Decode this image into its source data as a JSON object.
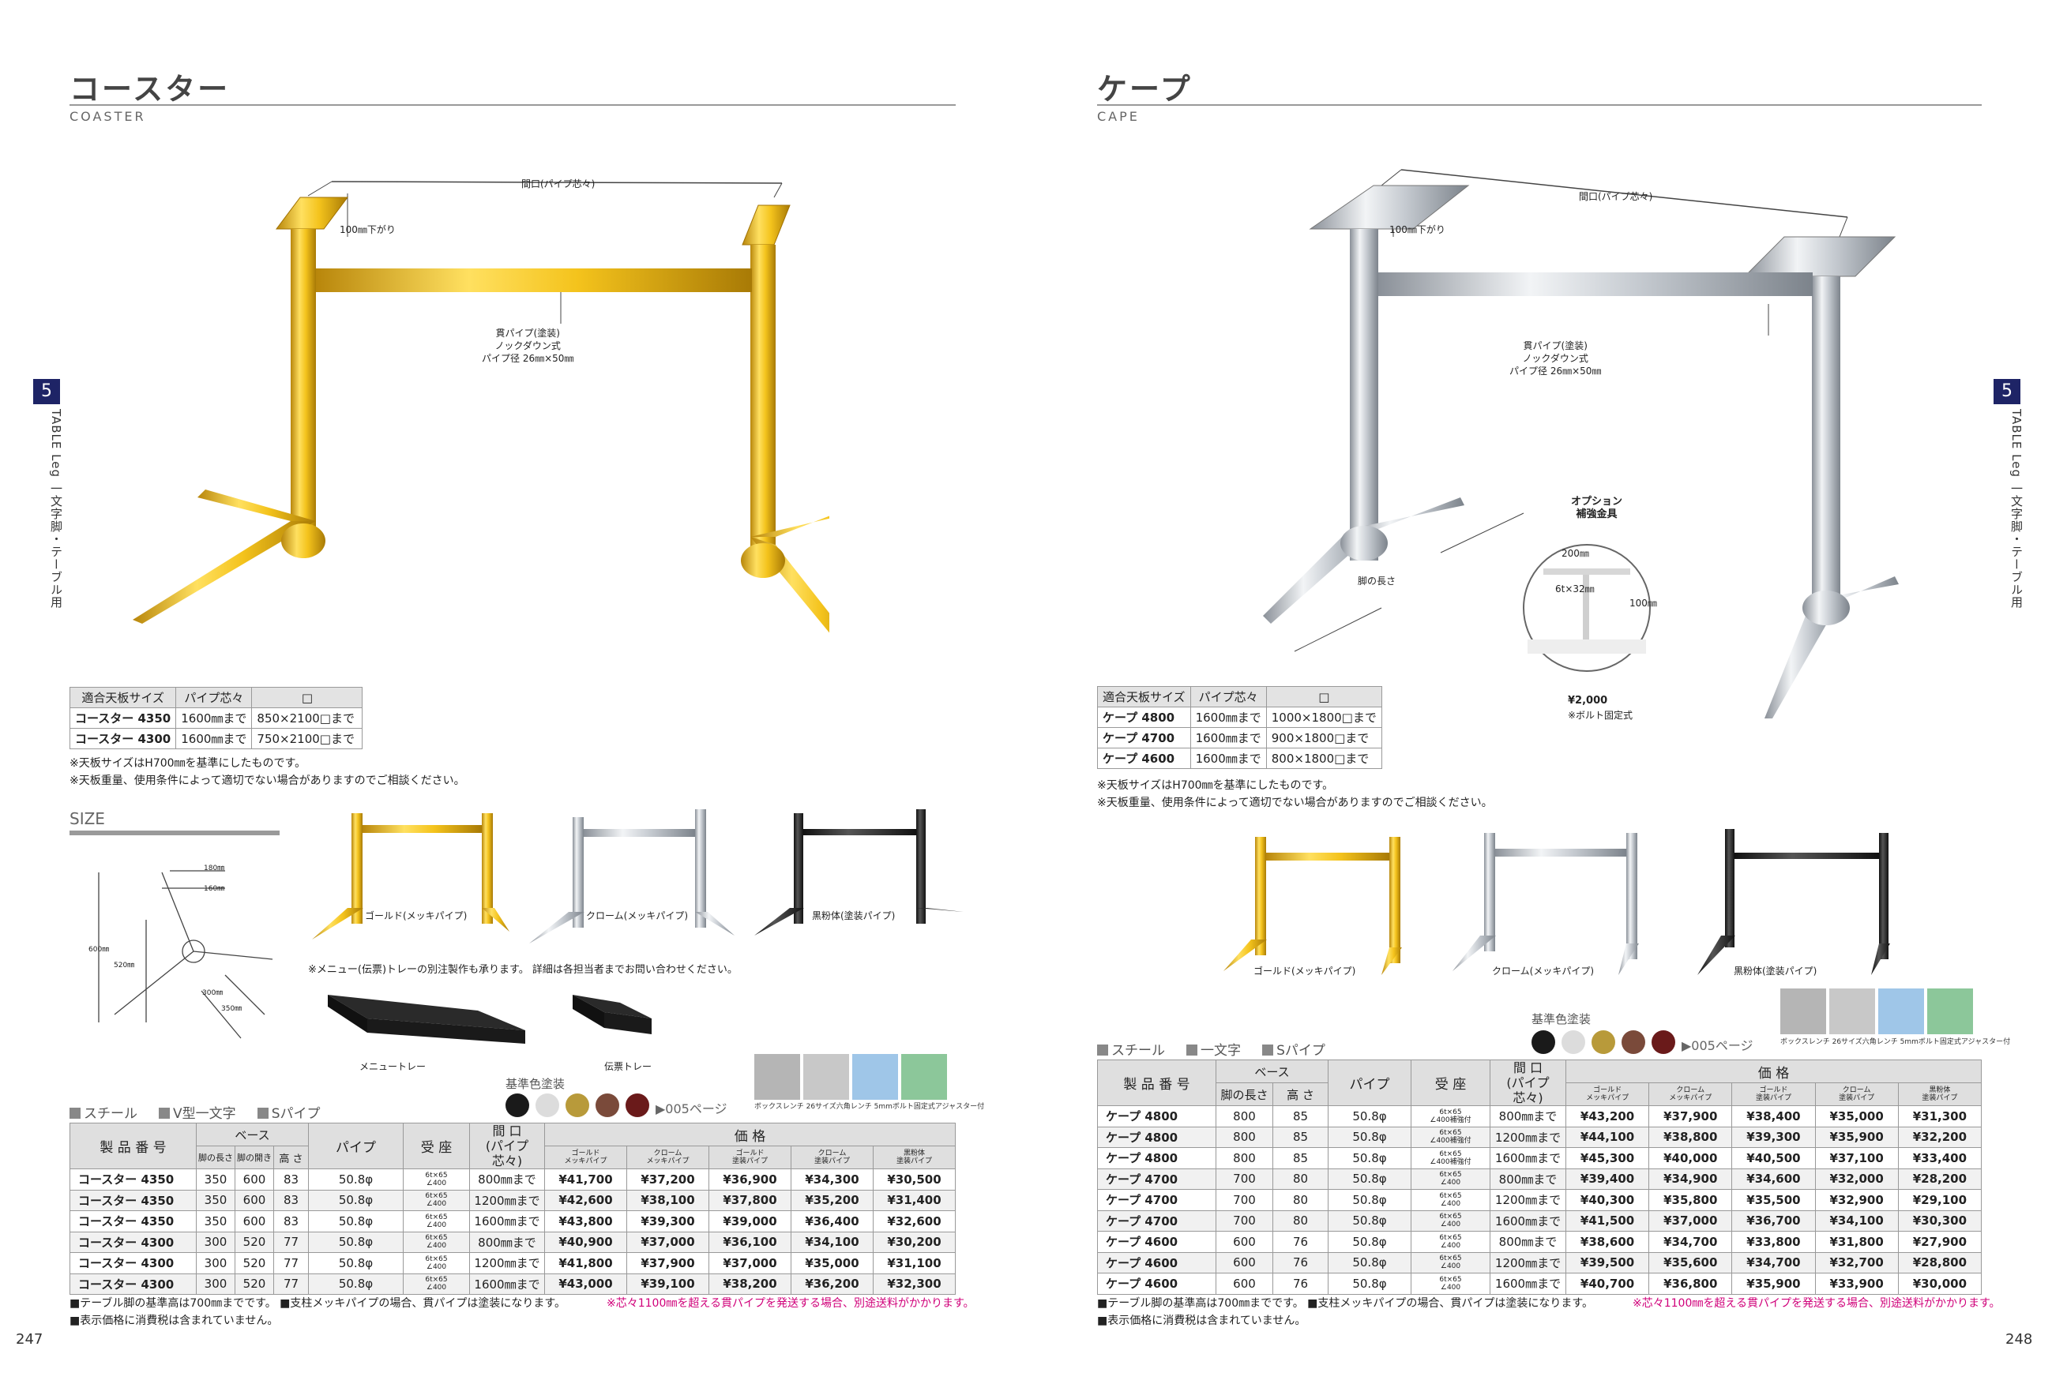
{
  "left": {
    "title": "コースター",
    "subtitle": "COASTER",
    "page_no": "247",
    "diagram": {
      "width_label": "間口(パイプ芯々)",
      "drop_label": "100㎜下がり",
      "pipe_label": [
        "貫パイプ(塗装)",
        "ノックダウン式",
        "パイプ径 26㎜×50㎜"
      ]
    },
    "size_table": {
      "headers": [
        "適合天板サイズ",
        "パイプ芯々",
        "□"
      ],
      "rows": [
        [
          "コースター 4350",
          "1600㎜まで",
          "850×2100□まで"
        ],
        [
          "コースター 4300",
          "1600㎜まで",
          "750×2100□まで"
        ]
      ]
    },
    "notes": [
      "※天板サイズはH700㎜を基準にしたものです。",
      "※天板重量、使用条件によって適切でない場合がありますのでご相談ください。"
    ],
    "size_heading": "SIZE",
    "size_labels": {
      "a": "180㎜",
      "b": "160㎜",
      "c": "600㎜",
      "d": "520㎜",
      "e": "300㎜",
      "f": "350㎜"
    },
    "colors": [
      "ゴールド(メッキパイプ)",
      "クローム(メッキパイプ)",
      "黒粉体(塗装パイプ)"
    ],
    "tray_note": "※メニュー(伝票)トレーの別注製作も承ります。 詳細は各担当者までお問い合わせください。",
    "trays": [
      "メニュートレー",
      "伝票トレー"
    ],
    "spec": [
      "スチール",
      "V型一文字",
      "Sパイプ"
    ],
    "swatch_label": "基準色塗装",
    "swatch_ref": "▶005ページ",
    "tools": [
      "ボックスレンチ 26サイズ",
      "六角レンチ 5mm",
      "ボルト固定式",
      "アジャスター付"
    ],
    "table": {
      "h_name": "製 品 番 号",
      "h_base": "ベース",
      "h_base_sub": [
        "脚の長さ",
        "脚の開き",
        "高 さ"
      ],
      "h_pipe": "パイプ",
      "h_seat": "受 座",
      "h_open": "間 口\n(パイプ芯々)",
      "h_price": "価 格",
      "price_sub": [
        "ゴールド\nメッキパイプ",
        "クローム\nメッキパイプ",
        "ゴールド\n塗装パイプ",
        "クローム\n塗装パイプ",
        "黒粉体\n塗装パイプ"
      ],
      "rows": [
        [
          "コースター 4350",
          "350",
          "600",
          "83",
          "50.8φ",
          "6t×65\n∠400",
          "800㎜まで",
          "¥41,700",
          "¥37,200",
          "¥36,900",
          "¥34,300",
          "¥30,500"
        ],
        [
          "コースター 4350",
          "350",
          "600",
          "83",
          "50.8φ",
          "6t×65\n∠400",
          "1200㎜まで",
          "¥42,600",
          "¥38,100",
          "¥37,800",
          "¥35,200",
          "¥31,400"
        ],
        [
          "コースター 4350",
          "350",
          "600",
          "83",
          "50.8φ",
          "6t×65\n∠400",
          "1600㎜まで",
          "¥43,800",
          "¥39,300",
          "¥39,000",
          "¥36,400",
          "¥32,600"
        ],
        [
          "コースター 4300",
          "300",
          "520",
          "77",
          "50.8φ",
          "6t×65\n∠400",
          "800㎜まで",
          "¥40,900",
          "¥37,000",
          "¥36,100",
          "¥34,100",
          "¥30,200"
        ],
        [
          "コースター 4300",
          "300",
          "520",
          "77",
          "50.8φ",
          "6t×65\n∠400",
          "1200㎜まで",
          "¥41,800",
          "¥37,900",
          "¥37,000",
          "¥35,000",
          "¥31,100"
        ],
        [
          "コースター 4300",
          "300",
          "520",
          "77",
          "50.8φ",
          "6t×65\n∠400",
          "1600㎜まで",
          "¥43,000",
          "¥39,100",
          "¥38,200",
          "¥36,200",
          "¥32,300"
        ]
      ]
    },
    "foot1": "■テーブル脚の基準高は700㎜までです。 ■支柱メッキパイプの場合、貫パイプは塗装になります。",
    "foot2": "■表示価格に消費税は含まれていません。",
    "foot_red": "※芯々1100㎜を超える貫パイプを発送する場合、別途送料がかかります。",
    "side_no": "5",
    "side_text": "TABLE Leg 一文字脚・テーブル用"
  },
  "right": {
    "title": "ケープ",
    "subtitle": "CAPE",
    "page_no": "248",
    "diagram": {
      "width_label": "間口(パイプ芯々)",
      "drop_label": "100㎜下がり",
      "pipe_label": [
        "貫パイプ(塗装)",
        "ノックダウン式",
        "パイプ径 26㎜×50㎜"
      ],
      "leg_label": "脚の長さ"
    },
    "option": {
      "title": [
        "オプション",
        "補強金具"
      ],
      "a": "200㎜",
      "b": "6t×32㎜",
      "c": "100㎜",
      "price": "¥2,000",
      "note": "※ボルト固定式"
    },
    "size_table": {
      "headers": [
        "適合天板サイズ",
        "パイプ芯々",
        "□"
      ],
      "rows": [
        [
          "ケープ 4800",
          "1600㎜まで",
          "1000×1800□まで"
        ],
        [
          "ケープ 4700",
          "1600㎜まで",
          "900×1800□まで"
        ],
        [
          "ケープ 4600",
          "1600㎜まで",
          "800×1800□まで"
        ]
      ]
    },
    "notes": [
      "※天板サイズはH700㎜を基準にしたものです。",
      "※天板重量、使用条件によって適切でない場合がありますのでご相談ください。"
    ],
    "colors": [
      "ゴールド(メッキパイプ)",
      "クローム(メッキパイプ)",
      "黒粉体(塗装パイプ)"
    ],
    "spec": [
      "スチール",
      "一文字",
      "Sパイプ"
    ],
    "swatch_label": "基準色塗装",
    "swatch_ref": "▶005ページ",
    "tools": [
      "ボックスレンチ 26サイズ",
      "六角レンチ 5mm",
      "ボルト固定式",
      "アジャスター付"
    ],
    "table": {
      "h_name": "製 品 番 号",
      "h_base": "ベース",
      "h_base_sub": [
        "脚の長さ",
        "高 さ"
      ],
      "h_pipe": "パイプ",
      "h_seat": "受 座",
      "h_open": "間 口\n(パイプ芯々)",
      "h_price": "価 格",
      "price_sub": [
        "ゴールド\nメッキパイプ",
        "クローム\nメッキパイプ",
        "ゴールド\n塗装パイプ",
        "クローム\n塗装パイプ",
        "黒粉体\n塗装パイプ"
      ],
      "rows": [
        [
          "ケープ 4800",
          "800",
          "85",
          "50.8φ",
          "6t×65\n∠400補強付",
          "800㎜まで",
          "¥43,200",
          "¥37,900",
          "¥38,400",
          "¥35,000",
          "¥31,300"
        ],
        [
          "ケープ 4800",
          "800",
          "85",
          "50.8φ",
          "6t×65\n∠400補強付",
          "1200㎜まで",
          "¥44,100",
          "¥38,800",
          "¥39,300",
          "¥35,900",
          "¥32,200"
        ],
        [
          "ケープ 4800",
          "800",
          "85",
          "50.8φ",
          "6t×65\n∠400補強付",
          "1600㎜まで",
          "¥45,300",
          "¥40,000",
          "¥40,500",
          "¥37,100",
          "¥33,400"
        ],
        [
          "ケープ 4700",
          "700",
          "80",
          "50.8φ",
          "6t×65\n∠400",
          "800㎜まで",
          "¥39,400",
          "¥34,900",
          "¥34,600",
          "¥32,000",
          "¥28,200"
        ],
        [
          "ケープ 4700",
          "700",
          "80",
          "50.8φ",
          "6t×65\n∠400",
          "1200㎜まで",
          "¥40,300",
          "¥35,800",
          "¥35,500",
          "¥32,900",
          "¥29,100"
        ],
        [
          "ケープ 4700",
          "700",
          "80",
          "50.8φ",
          "6t×65\n∠400",
          "1600㎜まで",
          "¥41,500",
          "¥37,000",
          "¥36,700",
          "¥34,100",
          "¥30,300"
        ],
        [
          "ケープ 4600",
          "600",
          "76",
          "50.8φ",
          "6t×65\n∠400",
          "800㎜まで",
          "¥38,600",
          "¥34,700",
          "¥33,800",
          "¥31,800",
          "¥27,900"
        ],
        [
          "ケープ 4600",
          "600",
          "76",
          "50.8φ",
          "6t×65\n∠400",
          "1200㎜まで",
          "¥39,500",
          "¥35,600",
          "¥34,700",
          "¥32,700",
          "¥28,800"
        ],
        [
          "ケープ 4600",
          "600",
          "76",
          "50.8φ",
          "6t×65\n∠400",
          "1600㎜まで",
          "¥40,700",
          "¥36,800",
          "¥35,900",
          "¥33,900",
          "¥30,000"
        ]
      ]
    },
    "foot1": "■テーブル脚の基準高は700㎜までです。 ■支柱メッキパイプの場合、貫パイプは塗装になります。",
    "foot2": "■表示価格に消費税は含まれていません。",
    "foot_red": "※芯々1100㎜を超える貫パイプを発送する場合、別途送料がかかります。",
    "side_no": "5",
    "side_text": "TABLE Leg 一文字脚・テーブル用"
  },
  "swatch_colors": [
    "#1a1a1a",
    "#dcdcdc",
    "#b89a3a",
    "#7a4a3a",
    "#6a1a1a"
  ],
  "leg_colors": {
    "gold": "#e8c21e",
    "chrome": "#c7ccd2",
    "black": "#222222"
  }
}
